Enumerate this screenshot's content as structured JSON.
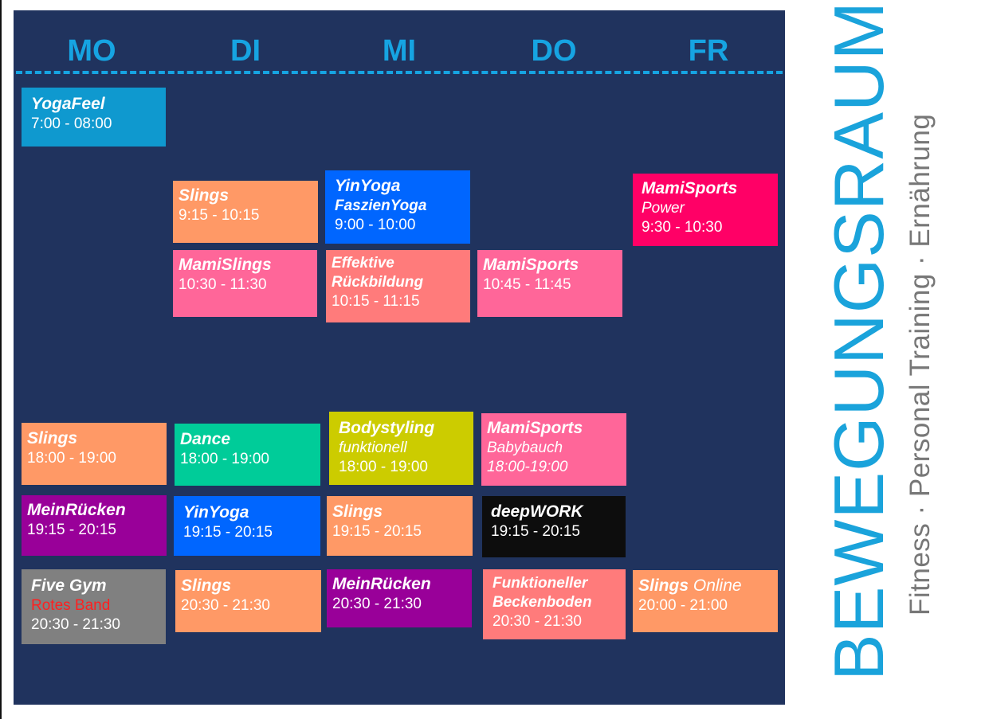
{
  "days": [
    "MO",
    "DI",
    "MI",
    "DO",
    "FR"
  ],
  "classes": [
    {
      "title": "YogaFeel",
      "time": "7:00 - 08:00",
      "color": "#0f99cf"
    },
    {
      "title": "Slings",
      "time": "9:15 - 10:15",
      "color": "#ff9966"
    },
    {
      "title": "YinYoga",
      "subtitle": "FaszienYoga",
      "time": "9:00 - 10:00",
      "color": "#0066ff"
    },
    {
      "title": "MamiSports",
      "subtitle": "Power",
      "time": "9:30 - 10:30",
      "color": "#ff0066"
    },
    {
      "title": "MamiSlings",
      "time": "10:30 - 11:30",
      "color": "#ff6699"
    },
    {
      "title": "Effektive",
      "title2": "Rückbildung",
      "time": "10:15 - 11:15",
      "color": "#ff7b7b"
    },
    {
      "title": "MamiSports",
      "time": "10:45 - 11:45",
      "color": "#ff6699"
    },
    {
      "title": "Slings",
      "time": "18:00 - 19:00",
      "color": "#ff9966"
    },
    {
      "title": "Dance",
      "time": "18:00 - 19:00",
      "color": "#00cc99"
    },
    {
      "title": "Bodystyling",
      "subtitle": "funktionell",
      "time": "18:00 - 19:00",
      "color": "#cccc00"
    },
    {
      "title": "MamiSports",
      "subtitle": "Babybauch",
      "time": "18:00-19:00",
      "color": "#ff6699"
    },
    {
      "title": "MeinRücken",
      "time": "19:15 - 20:15",
      "color": "#990099"
    },
    {
      "title": "YinYoga",
      "time": "19:15 - 20:15",
      "color": "#0066ff"
    },
    {
      "title": "Slings",
      "time": "19:15 - 20:15",
      "color": "#ff9966"
    },
    {
      "title": "deepWORK",
      "time": "19:15 - 20:15",
      "color": "#0d0d0d"
    },
    {
      "title": "Five Gym",
      "subtitle": "Rotes Band",
      "time": "20:30 - 21:30",
      "color": "#808080"
    },
    {
      "title": "Slings",
      "time": "20:30 - 21:30",
      "color": "#ff9966"
    },
    {
      "title": "MeinRücken",
      "time": "20:30 - 21:30",
      "color": "#990099"
    },
    {
      "title": "Funktioneller",
      "title2": "Beckenboden",
      "time": "20:30 - 21:30",
      "color": "#ff7b7b"
    },
    {
      "title": "Slings",
      "title_suffix": "Online",
      "time": "20:00 - 21:00",
      "color": "#ff9966"
    }
  ],
  "brand": {
    "name": "BEWEGUNGSRAUM",
    "tagline": "Fitness · Personal Training · Ernährung",
    "name_color": "#1aa3db",
    "tagline_color": "#777777"
  },
  "colors": {
    "panel": "#20335e",
    "accent": "#16a4e2"
  }
}
